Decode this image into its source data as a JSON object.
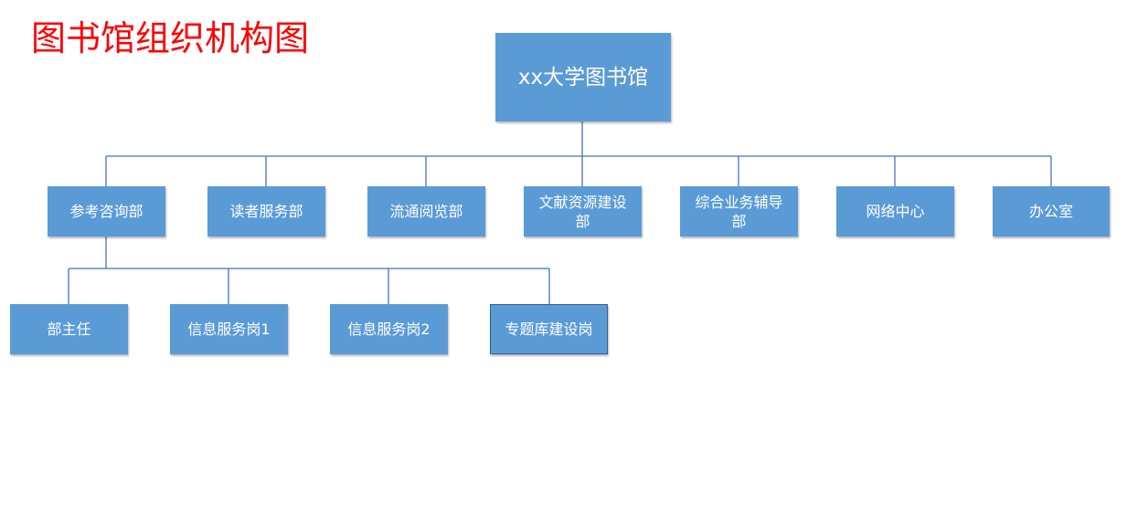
{
  "title": "图书馆组织机构图",
  "colors": {
    "title": "#ff0000",
    "box_fill": "#5b9bd5",
    "box_text": "#ffffff",
    "connector": "#4472c4"
  },
  "org": {
    "root": "xx大学图书馆",
    "departments": [
      "参考咨询部",
      "读者服务部",
      "流通阅览部",
      "文献资源建设部",
      "综合业务辅导部",
      "网络中心",
      "办公室"
    ],
    "reference_positions": [
      "部主任",
      "信息服务岗1",
      "信息服务岗2",
      "专题库建设岗"
    ]
  }
}
